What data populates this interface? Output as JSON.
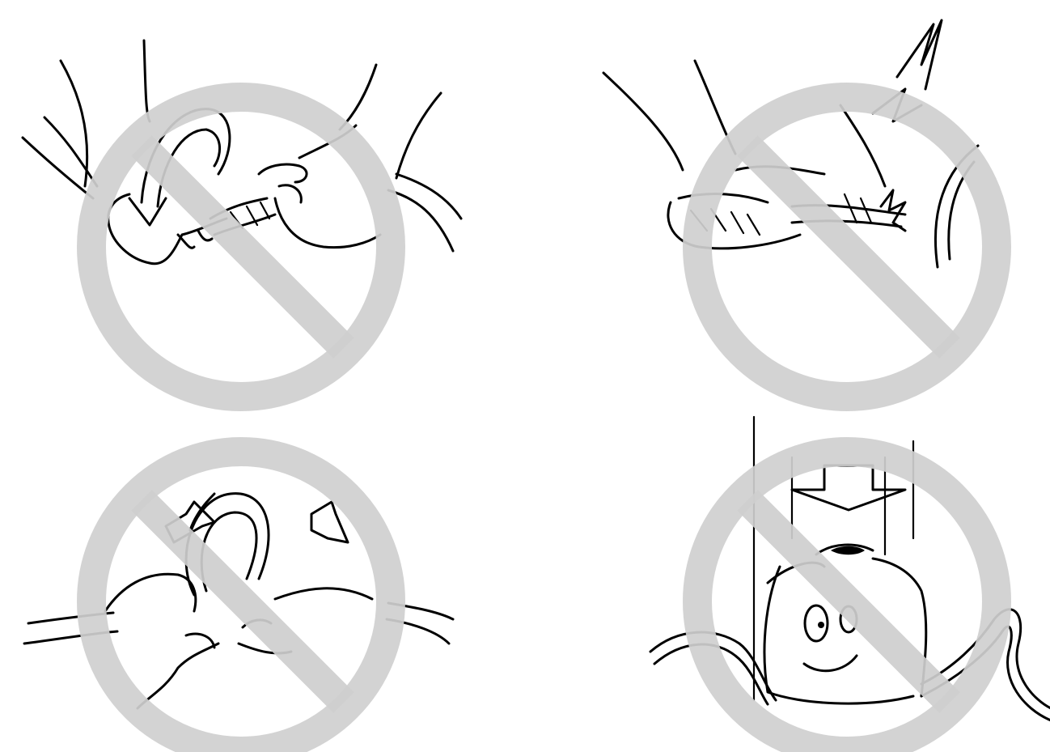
{
  "colors": {
    "prohibition": "#cfcfcf",
    "line_art": "#000000",
    "background": "#ffffff"
  },
  "panels": [
    {
      "icon": "twisting-cord-icon",
      "meaning": "do-not-twist-power-cord"
    },
    {
      "icon": "damaged-cord-spark-icon",
      "meaning": "do-not-use-damaged-power-cord"
    },
    {
      "icon": "knotted-cord-pull-icon",
      "meaning": "do-not-knot-or-pull-power-cord"
    },
    {
      "icon": "crushed-cord-icon",
      "meaning": "do-not-place-heavy-objects-on-power-cord"
    }
  ]
}
